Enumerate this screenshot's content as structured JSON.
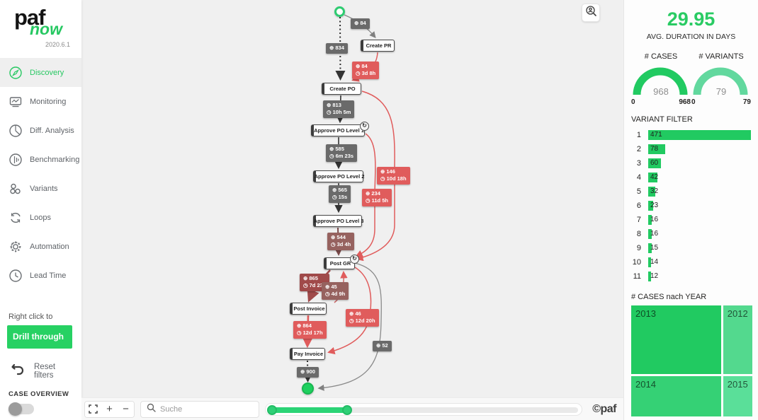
{
  "app": {
    "logo_primary": "paf",
    "logo_secondary": "now",
    "version": "2020.6.1",
    "copyright": "©paf"
  },
  "colors": {
    "accent_green": "#27c862",
    "gauge_cases_green": "#21ca61",
    "gauge_variants_green": "#62d89e",
    "bar_green": "#21ca61",
    "badge_gray": "#6a6a6a",
    "badge_red": "#e05c5c",
    "badge_dark_red": "#a04a4a",
    "badge_maroon": "#96625f"
  },
  "sidebar": {
    "items": [
      {
        "label": "Discovery",
        "icon": "compass-icon",
        "active": true
      },
      {
        "label": "Monitoring",
        "icon": "line-chart-icon",
        "active": false
      },
      {
        "label": "Diff. Analysis",
        "icon": "pie-chart-icon",
        "active": false
      },
      {
        "label": "Benchmarking",
        "icon": "benchmark-icon",
        "active": false
      },
      {
        "label": "Variants",
        "icon": "variants-icon",
        "active": false
      },
      {
        "label": "Loops",
        "icon": "loop-arrows-icon",
        "active": false
      },
      {
        "label": "Automation",
        "icon": "gear-icon",
        "active": false
      },
      {
        "label": "Lead Time",
        "icon": "clock-icon",
        "active": false
      }
    ],
    "right_click_hint": "Right click to",
    "drill_through_label": "Drill through",
    "reset_filters_label": "Reset filters",
    "case_overview_label": "CASE OVERVIEW",
    "case_overview_toggle": "off"
  },
  "toolbar": {
    "zoom_in_label": "+",
    "zoom_out_label": "−",
    "search_placeholder": "Suche"
  },
  "diagram": {
    "nodes": {
      "create_pr": "Create PR",
      "create_po": "Create PO",
      "approve_po_1": "Approve PO Level 1",
      "approve_po_2": "Approve PO Level 2",
      "approve_po_3": "Approve PO Level 3",
      "post_gr": "Post GR",
      "post_invoice": "Post Invoice",
      "pay_invoice": "Pay Invoice"
    },
    "edges": [
      {
        "from": "Start",
        "to": "Create PR",
        "freq": "⊕ 84"
      },
      {
        "from": "Start",
        "to": "Create PO",
        "freq": "⊕ 834"
      },
      {
        "from": "Create PR",
        "to": "Create PO",
        "freq": "⊕ 84",
        "dur": "◷ 3d 8h"
      },
      {
        "from": "Create PO",
        "to": "Approve PO Level 1",
        "freq": "⊕ 813",
        "dur": "◷ 10h 5m"
      },
      {
        "from": "Approve PO Level 1",
        "to": "Approve PO Level 2",
        "freq": "⊕ 585",
        "dur": "◷ 6m 23s"
      },
      {
        "from": "Create PO",
        "to": "Post GR",
        "freq": "⊕ 146",
        "dur": "◷ 10d 18h"
      },
      {
        "from": "Approve PO Level 2",
        "to": "Approve PO Level 3",
        "freq": "⊕ 565",
        "dur": "◷ 15s"
      },
      {
        "from": "Approve PO Level 1",
        "to": "Post GR",
        "freq": "⊕ 234",
        "dur": "◷ 11d 5h"
      },
      {
        "from": "Approve PO Level 3",
        "to": "Post GR",
        "freq": "⊕ 544",
        "dur": "◷ 3d 4h"
      },
      {
        "from": "Post GR",
        "to": "Post Invoice",
        "freq": "⊕ 865",
        "dur": "◷ 7d 23h"
      },
      {
        "from": "Post Invoice",
        "to": "Post GR",
        "freq": "⊕ 45",
        "dur": "◷ 4d 9h"
      },
      {
        "from": "Post Invoice",
        "to": "Pay Invoice",
        "freq": "⊕ 864",
        "dur": "◷ 12d 17h"
      },
      {
        "from": "Post GR",
        "to": "Pay Invoice",
        "freq": "⊕ 46",
        "dur": "◷ 12d 20h"
      },
      {
        "from": "Post GR",
        "to": "End",
        "freq": "⊕ 52"
      },
      {
        "from": "Pay Invoice",
        "to": "End",
        "freq": "⊕ 900"
      }
    ]
  },
  "kpis": {
    "avg_duration": {
      "value": "29.95",
      "label": "AVG. DURATION IN DAYS"
    },
    "cases": {
      "label": "# CASES",
      "value": "968",
      "min": "0",
      "max": "968"
    },
    "variants": {
      "label": "# VARIANTS",
      "value": "79",
      "min": "0",
      "max": "79"
    }
  },
  "variant_filter": {
    "title": "VARIANT FILTER",
    "chart_data": {
      "type": "bar",
      "orientation": "horizontal",
      "categories": [
        "1",
        "2",
        "3",
        "4",
        "5",
        "6",
        "7",
        "8",
        "9",
        "10",
        "11"
      ],
      "values": [
        471,
        78,
        60,
        42,
        32,
        23,
        16,
        16,
        15,
        14,
        12
      ],
      "xlim": [
        0,
        471
      ],
      "bar_color": "#21ca61"
    }
  },
  "cases_by_year": {
    "title": "# CASES nach YEAR",
    "chart_data": {
      "type": "treemap",
      "items": [
        {
          "label": "2013",
          "color": "#21ca61"
        },
        {
          "label": "2012",
          "color": "#53d98e"
        },
        {
          "label": "2014",
          "color": "#35d175"
        },
        {
          "label": "2015",
          "color": "#5adf99"
        }
      ]
    }
  }
}
